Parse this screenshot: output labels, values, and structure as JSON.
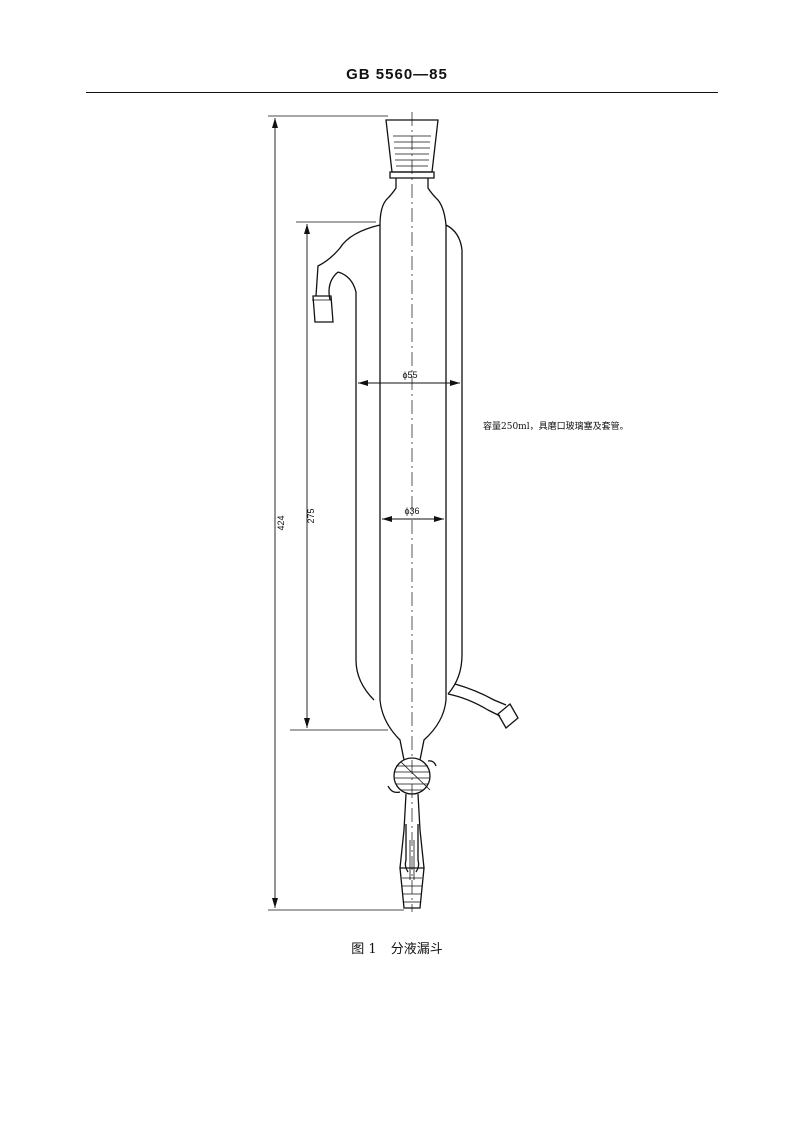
{
  "header": {
    "standard_code": "GB 5560—85"
  },
  "diagram": {
    "dimensions": {
      "overall_height": "424",
      "jacket_length": "275",
      "outer_diameter": "ϕ55",
      "inner_diameter": "ϕ36"
    },
    "note": "容量250ml，具磨口玻璃塞及套管。"
  },
  "caption": {
    "figure_number": "图 1",
    "figure_title": "分液漏斗"
  }
}
